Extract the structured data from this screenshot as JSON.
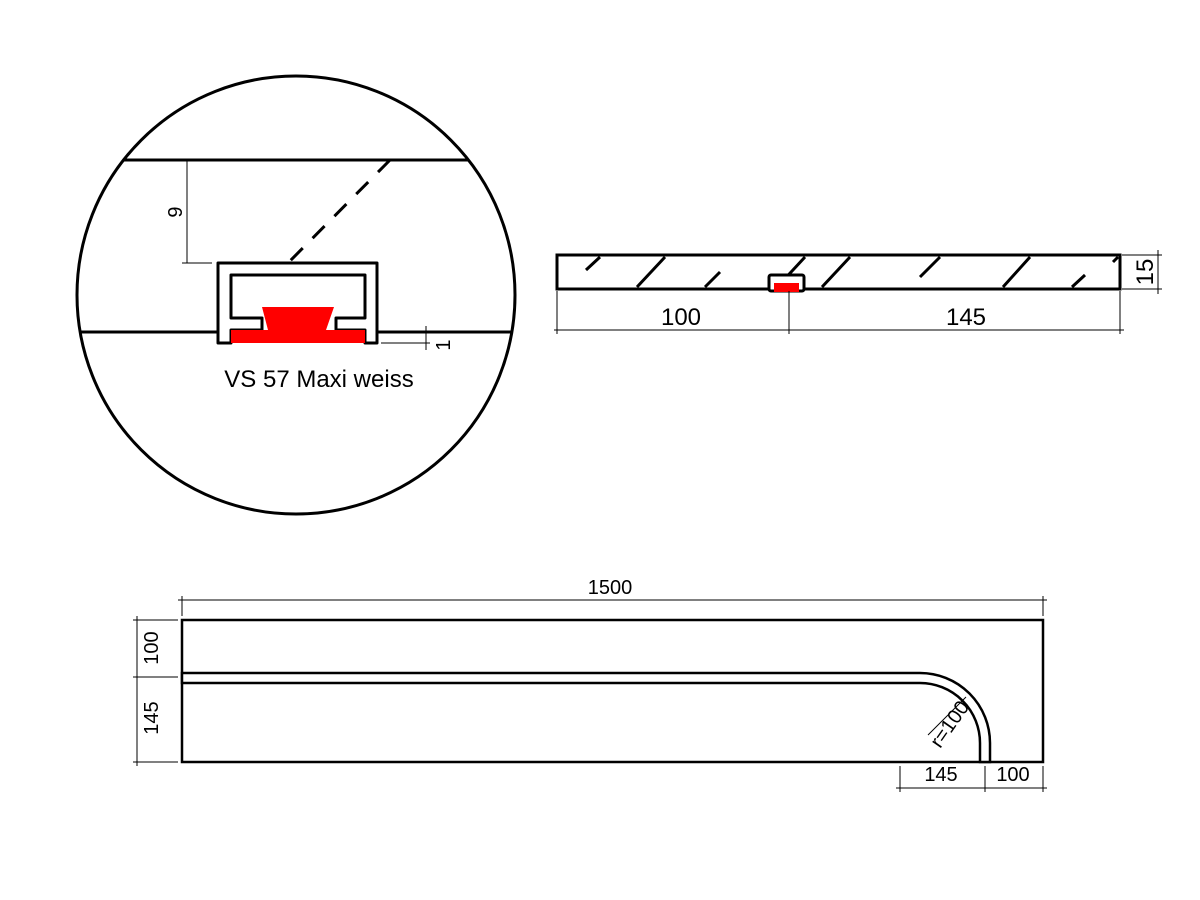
{
  "detail": {
    "label": "VS 57 Maxi weiss",
    "dim_depth": "9",
    "dim_offset": "1",
    "accent_color": "#ff0000"
  },
  "section": {
    "dim_left": "100",
    "dim_right": "145",
    "dim_height": "15"
  },
  "plan": {
    "dim_length": "1500",
    "dim_left_top": "100",
    "dim_left_bottom": "145",
    "dim_bottom_left": "145",
    "dim_bottom_right": "100",
    "radius_label": "r=100"
  }
}
